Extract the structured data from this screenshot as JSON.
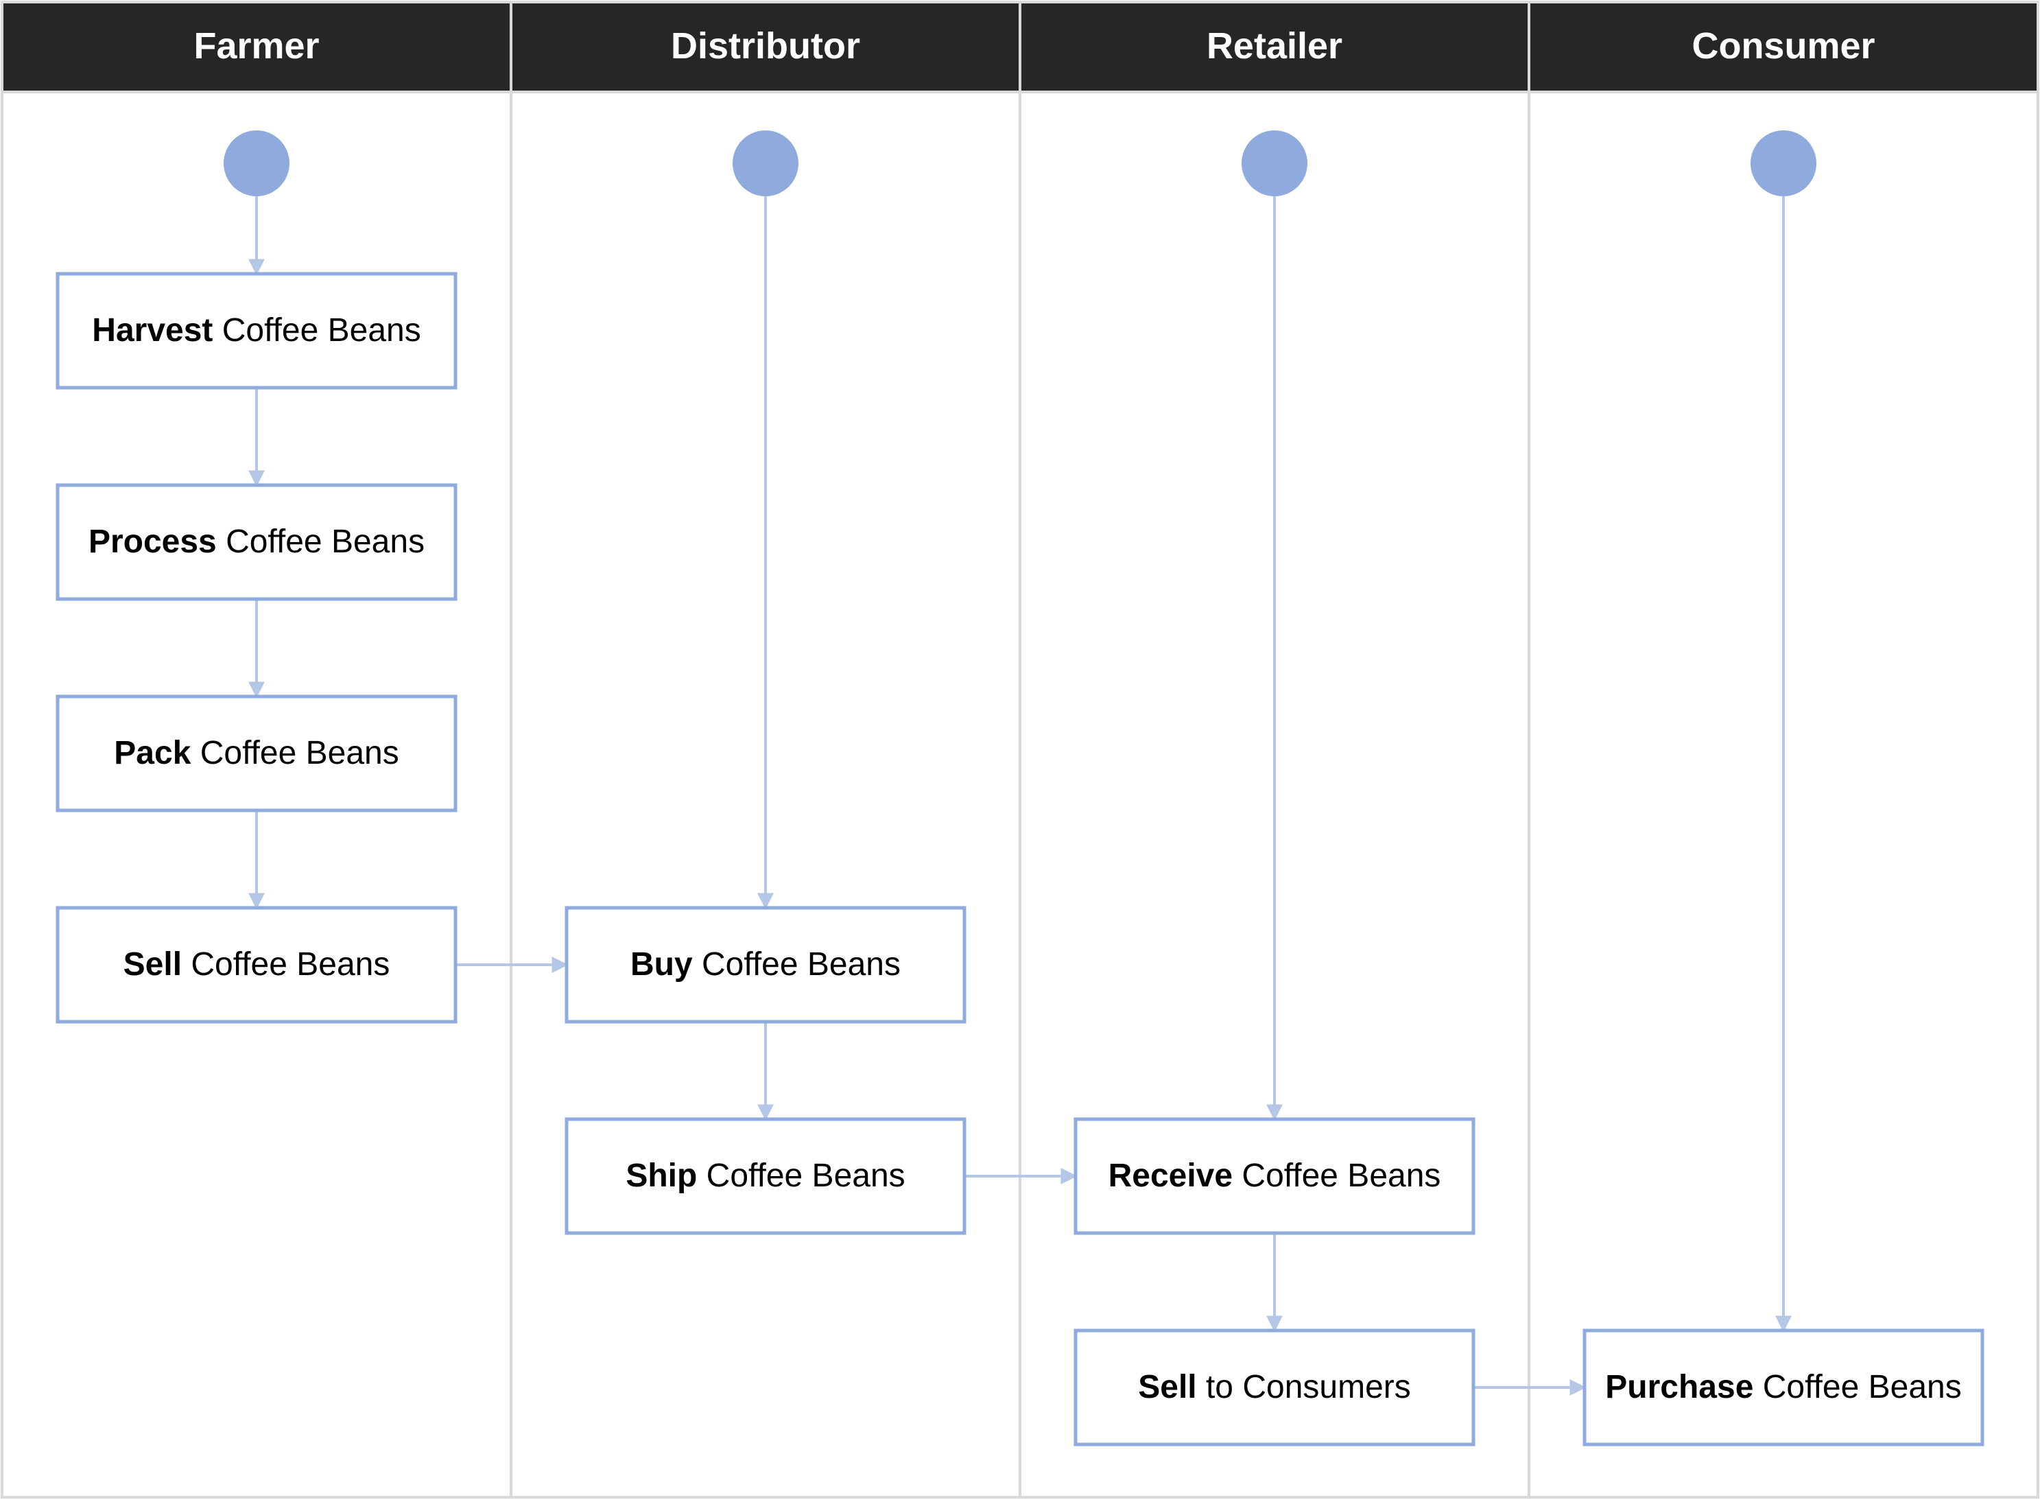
{
  "colors": {
    "header_bg": "#262626",
    "header_text": "#ffffff",
    "lane_border": "#d9d9d9",
    "node_border": "#8faadc",
    "start_fill": "#8faadc",
    "arrow": "#b4c7e7"
  },
  "lanes": [
    {
      "id": "farmer",
      "title": "Farmer"
    },
    {
      "id": "distributor",
      "title": "Distributor"
    },
    {
      "id": "retailer",
      "title": "Retailer"
    },
    {
      "id": "consumer",
      "title": "Consumer"
    }
  ],
  "nodes": [
    {
      "id": "harvest",
      "lane": "farmer",
      "bold": "Harvest",
      "rest": " Coffee Beans"
    },
    {
      "id": "process",
      "lane": "farmer",
      "bold": "Process",
      "rest": " Coffee Beans"
    },
    {
      "id": "pack",
      "lane": "farmer",
      "bold": "Pack",
      "rest": " Coffee Beans"
    },
    {
      "id": "sell",
      "lane": "farmer",
      "bold": "Sell",
      "rest": " Coffee Beans"
    },
    {
      "id": "buy",
      "lane": "distributor",
      "bold": "Buy",
      "rest": " Coffee Beans"
    },
    {
      "id": "ship",
      "lane": "distributor",
      "bold": "Ship",
      "rest": " Coffee Beans"
    },
    {
      "id": "receive",
      "lane": "retailer",
      "bold": "Receive",
      "rest": " Coffee Beans"
    },
    {
      "id": "sell-consumers",
      "lane": "retailer",
      "bold": "Sell",
      "rest": " to Consumers"
    },
    {
      "id": "purchase",
      "lane": "consumer",
      "bold": "Purchase",
      "rest": " Coffee Beans"
    }
  ],
  "edges": [
    {
      "from": "start-farmer",
      "to": "harvest"
    },
    {
      "from": "harvest",
      "to": "process"
    },
    {
      "from": "process",
      "to": "pack"
    },
    {
      "from": "pack",
      "to": "sell"
    },
    {
      "from": "sell",
      "to": "buy"
    },
    {
      "from": "start-distributor",
      "to": "buy"
    },
    {
      "from": "buy",
      "to": "ship"
    },
    {
      "from": "ship",
      "to": "receive"
    },
    {
      "from": "start-retailer",
      "to": "receive"
    },
    {
      "from": "receive",
      "to": "sell-consumers"
    },
    {
      "from": "sell-consumers",
      "to": "purchase"
    },
    {
      "from": "start-consumer",
      "to": "purchase"
    }
  ]
}
